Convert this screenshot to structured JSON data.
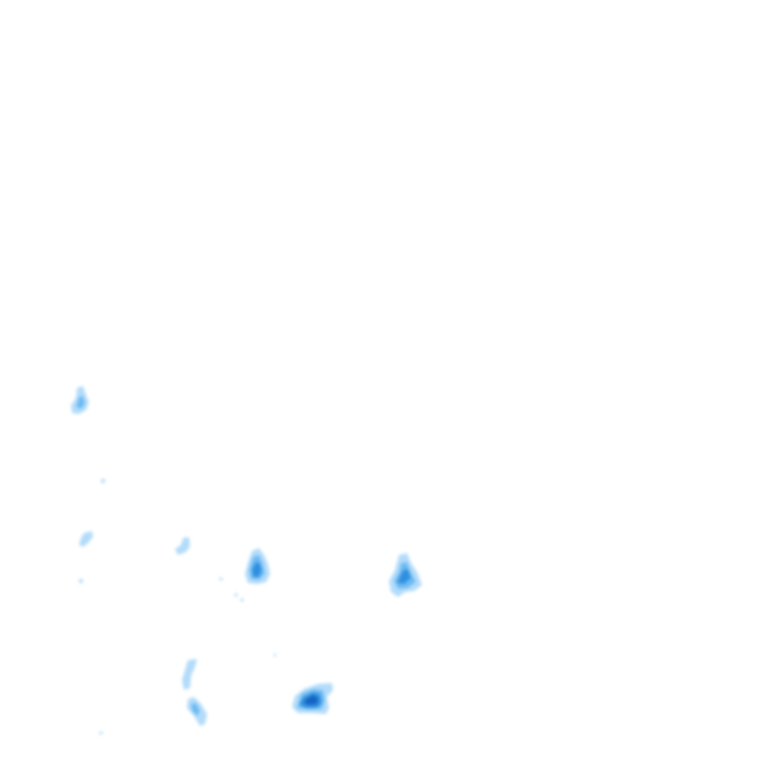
{
  "map": {
    "kind": "precipitation-radar-overlay",
    "background_color": "#ffffff",
    "intensity_colors": {
      "light": "#b3dcfa",
      "moderate": "#6bbcf2",
      "heavy": "#2f8fe0",
      "very_heavy": "#1463c2"
    },
    "cells": [
      {
        "id": "cell-northwest",
        "peak_intensity": "moderate"
      },
      {
        "id": "cell-west",
        "peak_intensity": "light"
      },
      {
        "id": "cell-west-small",
        "peak_intensity": "light"
      },
      {
        "id": "cell-central-west",
        "peak_intensity": "heavy"
      },
      {
        "id": "cell-central-east",
        "peak_intensity": "heavy"
      },
      {
        "id": "cell-southwest",
        "peak_intensity": "moderate"
      },
      {
        "id": "cell-south",
        "peak_intensity": "very_heavy"
      }
    ]
  }
}
